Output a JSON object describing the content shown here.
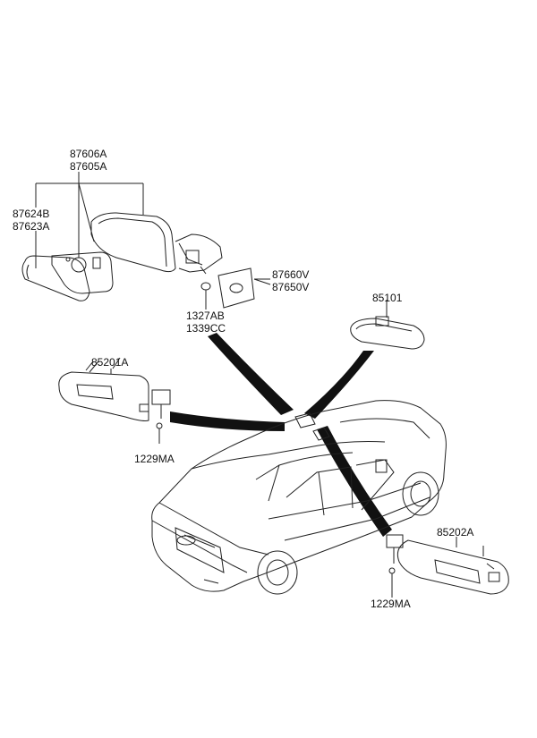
{
  "callouts": {
    "mirror_assy": [
      "87606A",
      "87605A"
    ],
    "mirror_glass": [
      "87624B",
      "87623A"
    ],
    "mirror_cover": [
      "87660V",
      "87650V"
    ],
    "screw_mirror": [
      "1327AB",
      "1339CC"
    ],
    "inside_mirror": "85101",
    "sunvisor_lh": "85201A",
    "sunvisor_rh": "85202A",
    "screw_visor_lh": "1229MA",
    "screw_visor_rh": "1229MA"
  }
}
